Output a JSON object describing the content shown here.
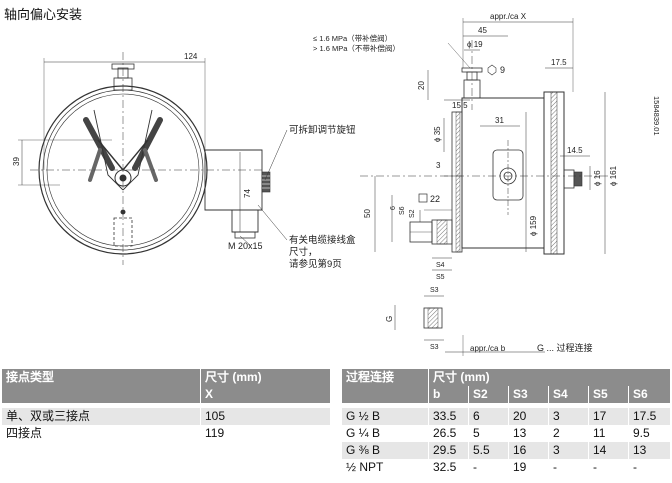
{
  "page_title": "轴向偏心安装",
  "drawing": {
    "left": {
      "dim_width": "124",
      "dim_height": "39",
      "dim_vertical": "74",
      "thread": "M 20x15",
      "label_knob": "可拆卸调节旋钮",
      "label_cable_lines": [
        "有关电缆接线盒",
        "尺寸，",
        "请参见第9页"
      ]
    },
    "right": {
      "appr_x": "appr./ca X",
      "dim_45": "45",
      "dim_phi19": "ϕ 19",
      "pressure_low": "≤ 1.6 MPa（带补偿阀）",
      "pressure_high": "> 1.6 MPa（不带补偿阀）",
      "dim_hex9": "9",
      "dim_17_5": "17.5",
      "dim_20": "20",
      "dim_15_5": "15.5",
      "dim_phi35": "ϕ 35",
      "dim_31": "31",
      "dim_3": "3",
      "dim_14_5": "14.5",
      "dim_phi16": "ϕ 16",
      "dim_phi161": "ϕ 161",
      "dim_phi159": "ϕ 159",
      "dim_50": "50",
      "dim_sq22": "22",
      "dim_6": "6",
      "s6": "S6",
      "s2": "S2",
      "s4": "S4",
      "s5": "S5",
      "s3": "S3",
      "g": "G",
      "appr_b": "appr./ca b",
      "process_label": "G ... 过程连接",
      "doc_id": "1584839.01"
    }
  },
  "table_contacts": {
    "header": [
      "接点类型",
      "尺寸 (mm)"
    ],
    "subheader": [
      "",
      "X"
    ],
    "rows": [
      [
        "单、双或三接点",
        "105"
      ],
      [
        "四接点",
        "119"
      ]
    ]
  },
  "table_process": {
    "header": [
      "过程连接",
      "尺寸 (mm)"
    ],
    "subheader": [
      "",
      "b",
      "S2",
      "S3",
      "S4",
      "S5",
      "S6"
    ],
    "rows": [
      [
        "G ½ B",
        "33.5",
        "6",
        "20",
        "3",
        "17",
        "17.5"
      ],
      [
        "G ¼ B",
        "26.5",
        "5",
        "13",
        "2",
        "11",
        "9.5"
      ],
      [
        "G ⅜ B",
        "29.5",
        "5.5",
        "16",
        "3",
        "14",
        "13"
      ],
      [
        "½ NPT",
        "32.5",
        "-",
        "19",
        "-",
        "-",
        "-"
      ]
    ]
  }
}
